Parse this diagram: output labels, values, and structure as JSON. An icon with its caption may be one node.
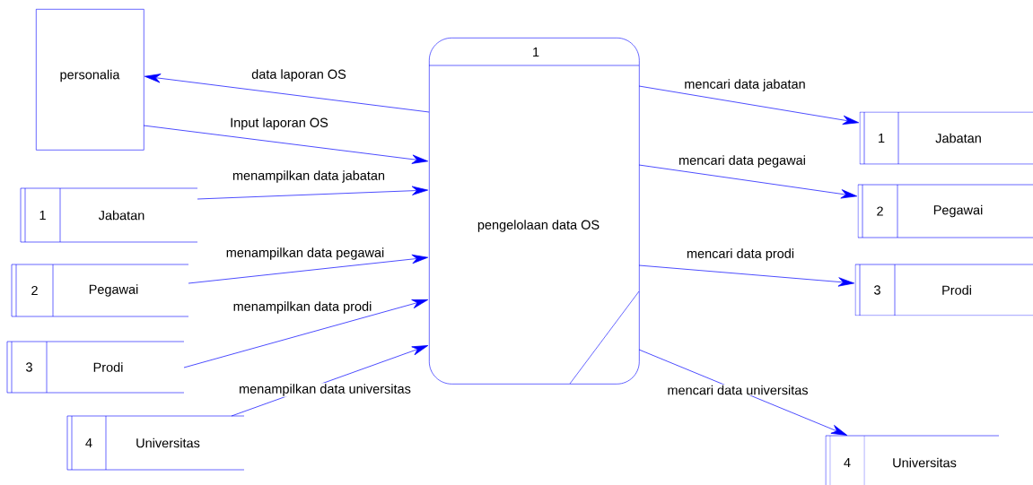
{
  "diagram": {
    "nodes": [
      {
        "text": [
          "personalia"
        ]
      },
      {
        "text": [
          "1",
          "pengelolaan data OS"
        ]
      },
      {
        "text": [
          "1",
          "Jabatan"
        ]
      },
      {
        "text": [
          "2",
          "Pegawai"
        ]
      },
      {
        "text": [
          "3",
          "Prodi"
        ]
      },
      {
        "text": [
          "4",
          "Universitas"
        ]
      },
      {
        "text": [
          "1",
          "Jabatan"
        ]
      },
      {
        "text": [
          "2",
          "Pegawai"
        ]
      },
      {
        "text": [
          "3",
          "Prodi"
        ]
      },
      {
        "text": [
          "4",
          "Universitas"
        ]
      }
    ],
    "edges": [
      {
        "from": 1,
        "to": 0,
        "arrow": "to",
        "label": "data laporan OS"
      },
      {
        "from": 0,
        "to": 1,
        "arrow": "to",
        "label": "Input laporan OS"
      },
      {
        "from": 2,
        "to": 1,
        "arrow": "to",
        "label": "menampilkan data jabatan"
      },
      {
        "from": 3,
        "to": 1,
        "arrow": "to",
        "label": "menampilkan data pegawai"
      },
      {
        "from": 4,
        "to": 1,
        "arrow": "to",
        "label": "menampilkan data prodi"
      },
      {
        "from": 5,
        "to": 1,
        "arrow": "to",
        "label": "menampilkan data universitas"
      },
      {
        "from": 1,
        "to": 6,
        "arrow": "to",
        "label": "mencari data jabatan"
      },
      {
        "from": 1,
        "to": 7,
        "arrow": "to",
        "label": "mencari data pegawai"
      },
      {
        "from": 1,
        "to": 8,
        "arrow": "to",
        "label": "mencari data prodi"
      },
      {
        "from": 1,
        "to": 9,
        "arrow": "to",
        "label": "mencari data universitas"
      }
    ]
  }
}
